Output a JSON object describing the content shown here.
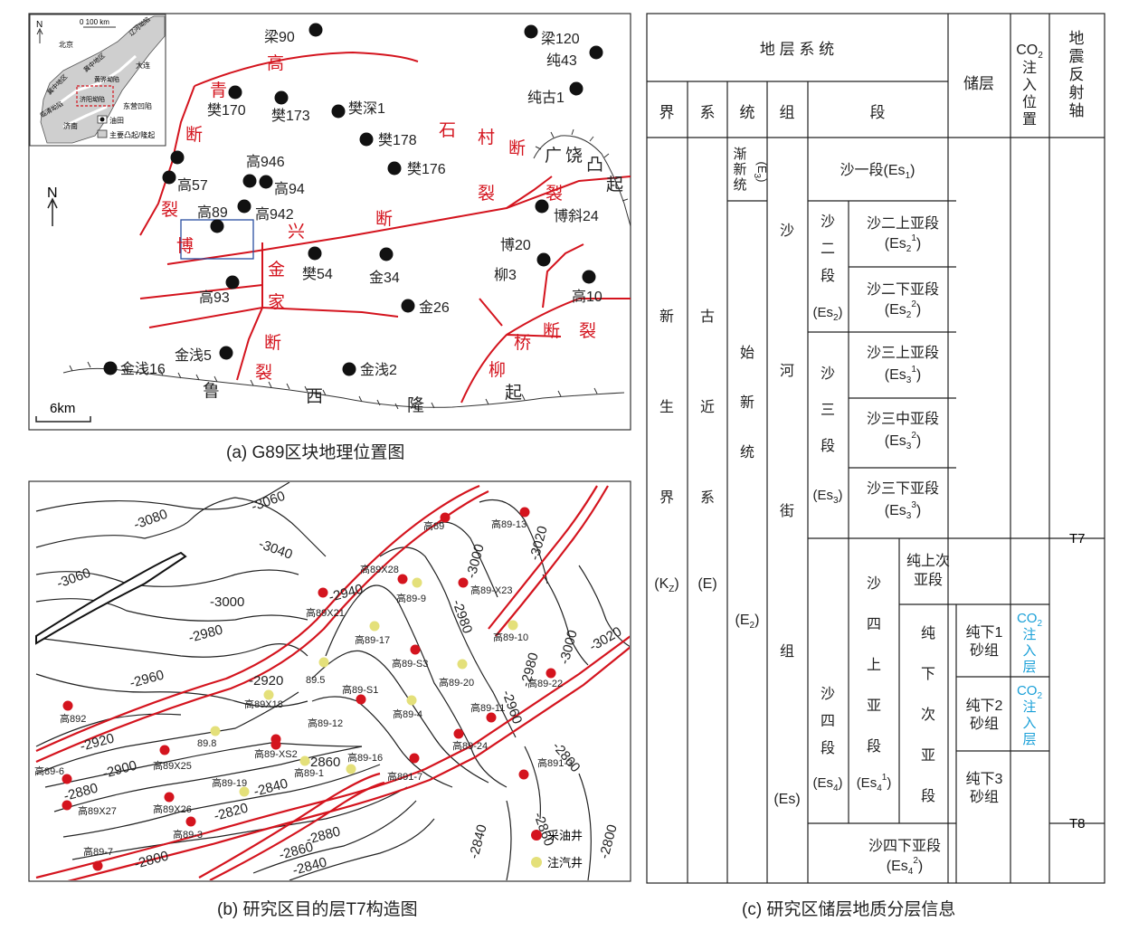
{
  "captions": {
    "a": "(a) G89区块地理位置图",
    "b": "(b) 研究区目的层T7构造图",
    "c": "(c) 研究区储层地质分层信息"
  },
  "map_a": {
    "north": "N",
    "scale": "6km",
    "inset": {
      "north": "N",
      "scale": "0  100 km",
      "labels": [
        "北京",
        "大连",
        "济南",
        "东营凹陷",
        "冀中地区",
        "黄骅坳陷",
        "冀中地区",
        "临清坳陷",
        "辽河坳陷",
        "济阳坳陷"
      ],
      "legend": [
        "油田",
        "主要凸起/隆起"
      ]
    },
    "wells": [
      "梁90",
      "梁120",
      "纯43",
      "纯古1",
      "樊170",
      "樊173",
      "樊深1",
      "樊178",
      "樊176",
      "高946",
      "高94",
      "高57",
      "高89",
      "高942",
      "博斜24",
      "博20",
      "柳3",
      "高10",
      "樊54",
      "金34",
      "高93",
      "金26",
      "金浅5",
      "金浅16",
      "金浅2"
    ],
    "faults": [
      "高",
      "青",
      "断",
      "裂",
      "博",
      "兴",
      "断",
      "石",
      "村",
      "断",
      "裂",
      "金",
      "家",
      "断",
      "裂",
      "桥",
      "柳",
      "断",
      "裂"
    ],
    "uplift": [
      "广",
      "饶",
      "凸",
      "起"
    ],
    "luxi": [
      "鲁",
      "西",
      "隆",
      "起"
    ]
  },
  "map_b": {
    "contours": [
      "-3060",
      "-3080",
      "-3040",
      "-3060",
      "-3000",
      "-2980",
      "-2960",
      "-2920",
      "-2920",
      "-2900",
      "-2880",
      "-2860",
      "-2840",
      "-2820",
      "-2800",
      "-2880",
      "-2860",
      "-2840",
      "-2940",
      "-3000",
      "-2980",
      "-3020",
      "-2960",
      "-2980",
      "-3000",
      "-3020",
      "-2800",
      "-2860",
      "-2840",
      "-2800"
    ],
    "oil_wells": [
      "高89",
      "高89-13",
      "高89X28",
      "高89-X23",
      "高89X21",
      "高89-S3",
      "高89-22",
      "高892",
      "高89-S1",
      "高89-11",
      "高89-12",
      "高89-24",
      "高89X25",
      "高89-XS2",
      "高891-7",
      "高891-3",
      "高89-6",
      "高89X27",
      "高89X26",
      "高89-3",
      "高89-7"
    ],
    "steam_wells": [
      "高89-9",
      "高89-10",
      "高89-17",
      "高89-20",
      "89.5",
      "高89X18",
      "高89-4",
      "89.8",
      "高89-1",
      "高89-16",
      "高89-19"
    ],
    "legend": {
      "oil": "采油井",
      "steam": "注汽井"
    },
    "colors": {
      "oil": "#d4141e",
      "steam": "#e4e07a",
      "fault": "#d4141e"
    }
  },
  "table_c": {
    "header": {
      "system": "地 层 系 统",
      "reservoir": "储层",
      "co2": [
        "CO₂",
        "注",
        "入",
        "位",
        "置"
      ],
      "seismic": [
        "地",
        "震",
        "反",
        "射",
        "轴"
      ]
    },
    "cols": [
      "界",
      "系",
      "统",
      "组",
      "段"
    ],
    "jie": [
      "新",
      "生",
      "界",
      "(K",
      "Z",
      ")"
    ],
    "xi": [
      "古",
      "近",
      "系",
      "(E)"
    ],
    "tong1": [
      "渐",
      "新",
      "统",
      "(E",
      "3",
      ")"
    ],
    "tong2": [
      "始",
      "新",
      "统",
      "(E",
      "2",
      ")"
    ],
    "zu": [
      "沙",
      "河",
      "街",
      "组",
      "(Es)"
    ],
    "es1": [
      "沙一段(Es",
      "1",
      ")"
    ],
    "es2_label": [
      "沙",
      "二",
      "段",
      "(Es",
      "2",
      ")"
    ],
    "es2": [
      [
        "沙二上亚段",
        "(Es",
        "2",
        "1",
        ")"
      ],
      [
        "沙二下亚段",
        "(Es",
        "2",
        "2",
        ")"
      ]
    ],
    "es3_label": [
      "沙",
      "三",
      "段",
      "(Es",
      "3",
      ")"
    ],
    "es3": [
      [
        "沙三上亚段",
        "(Es",
        "3",
        "1",
        ")"
      ],
      [
        "沙三中亚段",
        "(Es",
        "3",
        "2",
        ")"
      ],
      [
        "沙三下亚段",
        "(Es",
        "3",
        "3",
        ")"
      ]
    ],
    "es4_label": [
      "沙",
      "四",
      "段",
      "(Es",
      "4",
      ")"
    ],
    "es4u_label": [
      "沙",
      "四",
      "上",
      "亚",
      "段",
      "(Es",
      "4",
      "1",
      ")"
    ],
    "chun_upper": [
      "纯上次",
      "亚段"
    ],
    "chun_lower": [
      "纯",
      "下",
      "次",
      "亚",
      "段"
    ],
    "sand": [
      [
        "纯下1",
        "砂组"
      ],
      [
        "纯下2",
        "砂组"
      ],
      [
        "纯下3",
        "砂组"
      ]
    ],
    "co2_layer": [
      "CO",
      "2",
      "注",
      "入",
      "层"
    ],
    "es4l": [
      "沙四下亚段",
      "(Es",
      "4",
      "2",
      ")"
    ],
    "t7": "T7",
    "t8": "T8",
    "co2_color": "#1aa0d8"
  }
}
